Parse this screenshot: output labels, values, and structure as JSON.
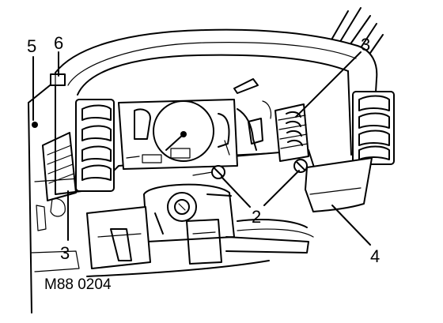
{
  "callouts": {
    "c5": "5",
    "c6": "6",
    "c3_top": "3",
    "c3_bottom": "3",
    "c2": "2",
    "c4": "4"
  },
  "figure_ref": "M88 0204"
}
